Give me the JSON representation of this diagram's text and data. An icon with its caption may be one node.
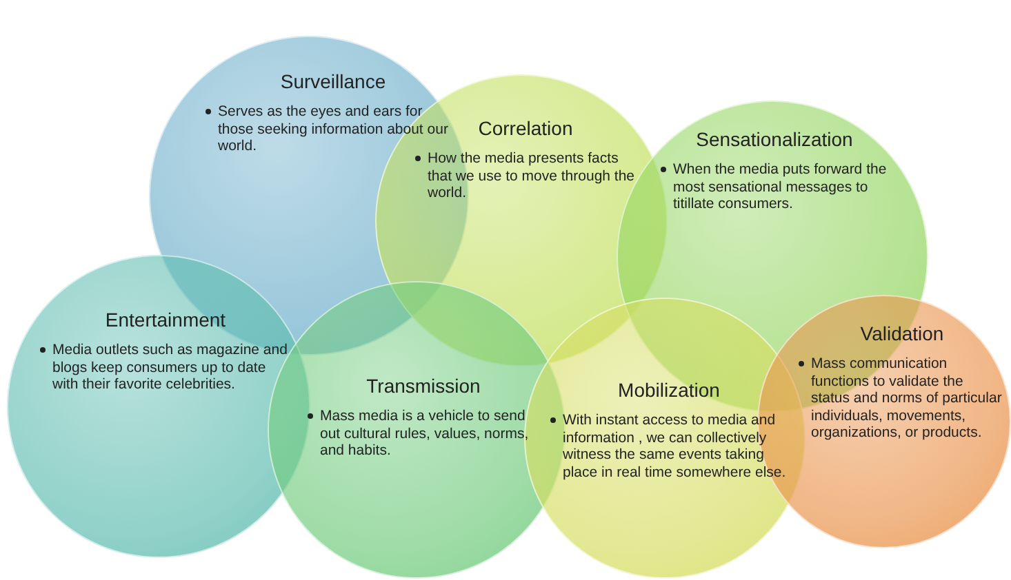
{
  "diagram": {
    "nodes": [
      {
        "text": [
          "Surveillance",
          "Serves as the eyes and ears for those seeking information about our world."
        ]
      },
      {
        "text": [
          "Correlation",
          "How the media presents facts that we use to move through the world."
        ]
      },
      {
        "text": [
          "Sensationalization",
          "When the media puts forward the most sensational messages to titillate consumers."
        ]
      },
      {
        "text": [
          "Entertainment",
          "Media outlets such as magazine and blogs keep consumers up to date with their favorite celebrities."
        ]
      },
      {
        "text": [
          "Transmission",
          "Mass media is a vehicle to send out cultural rules, values, norms, and habits."
        ]
      },
      {
        "text": [
          "Mobilization",
          "With instant access to media and information , we can collectively witness the same events taking place in real time somewhere else."
        ]
      },
      {
        "text": [
          "Validation",
          "Mass communication functions to validate the status and norms of particular individuals, movements, organizations, or products."
        ]
      }
    ]
  }
}
